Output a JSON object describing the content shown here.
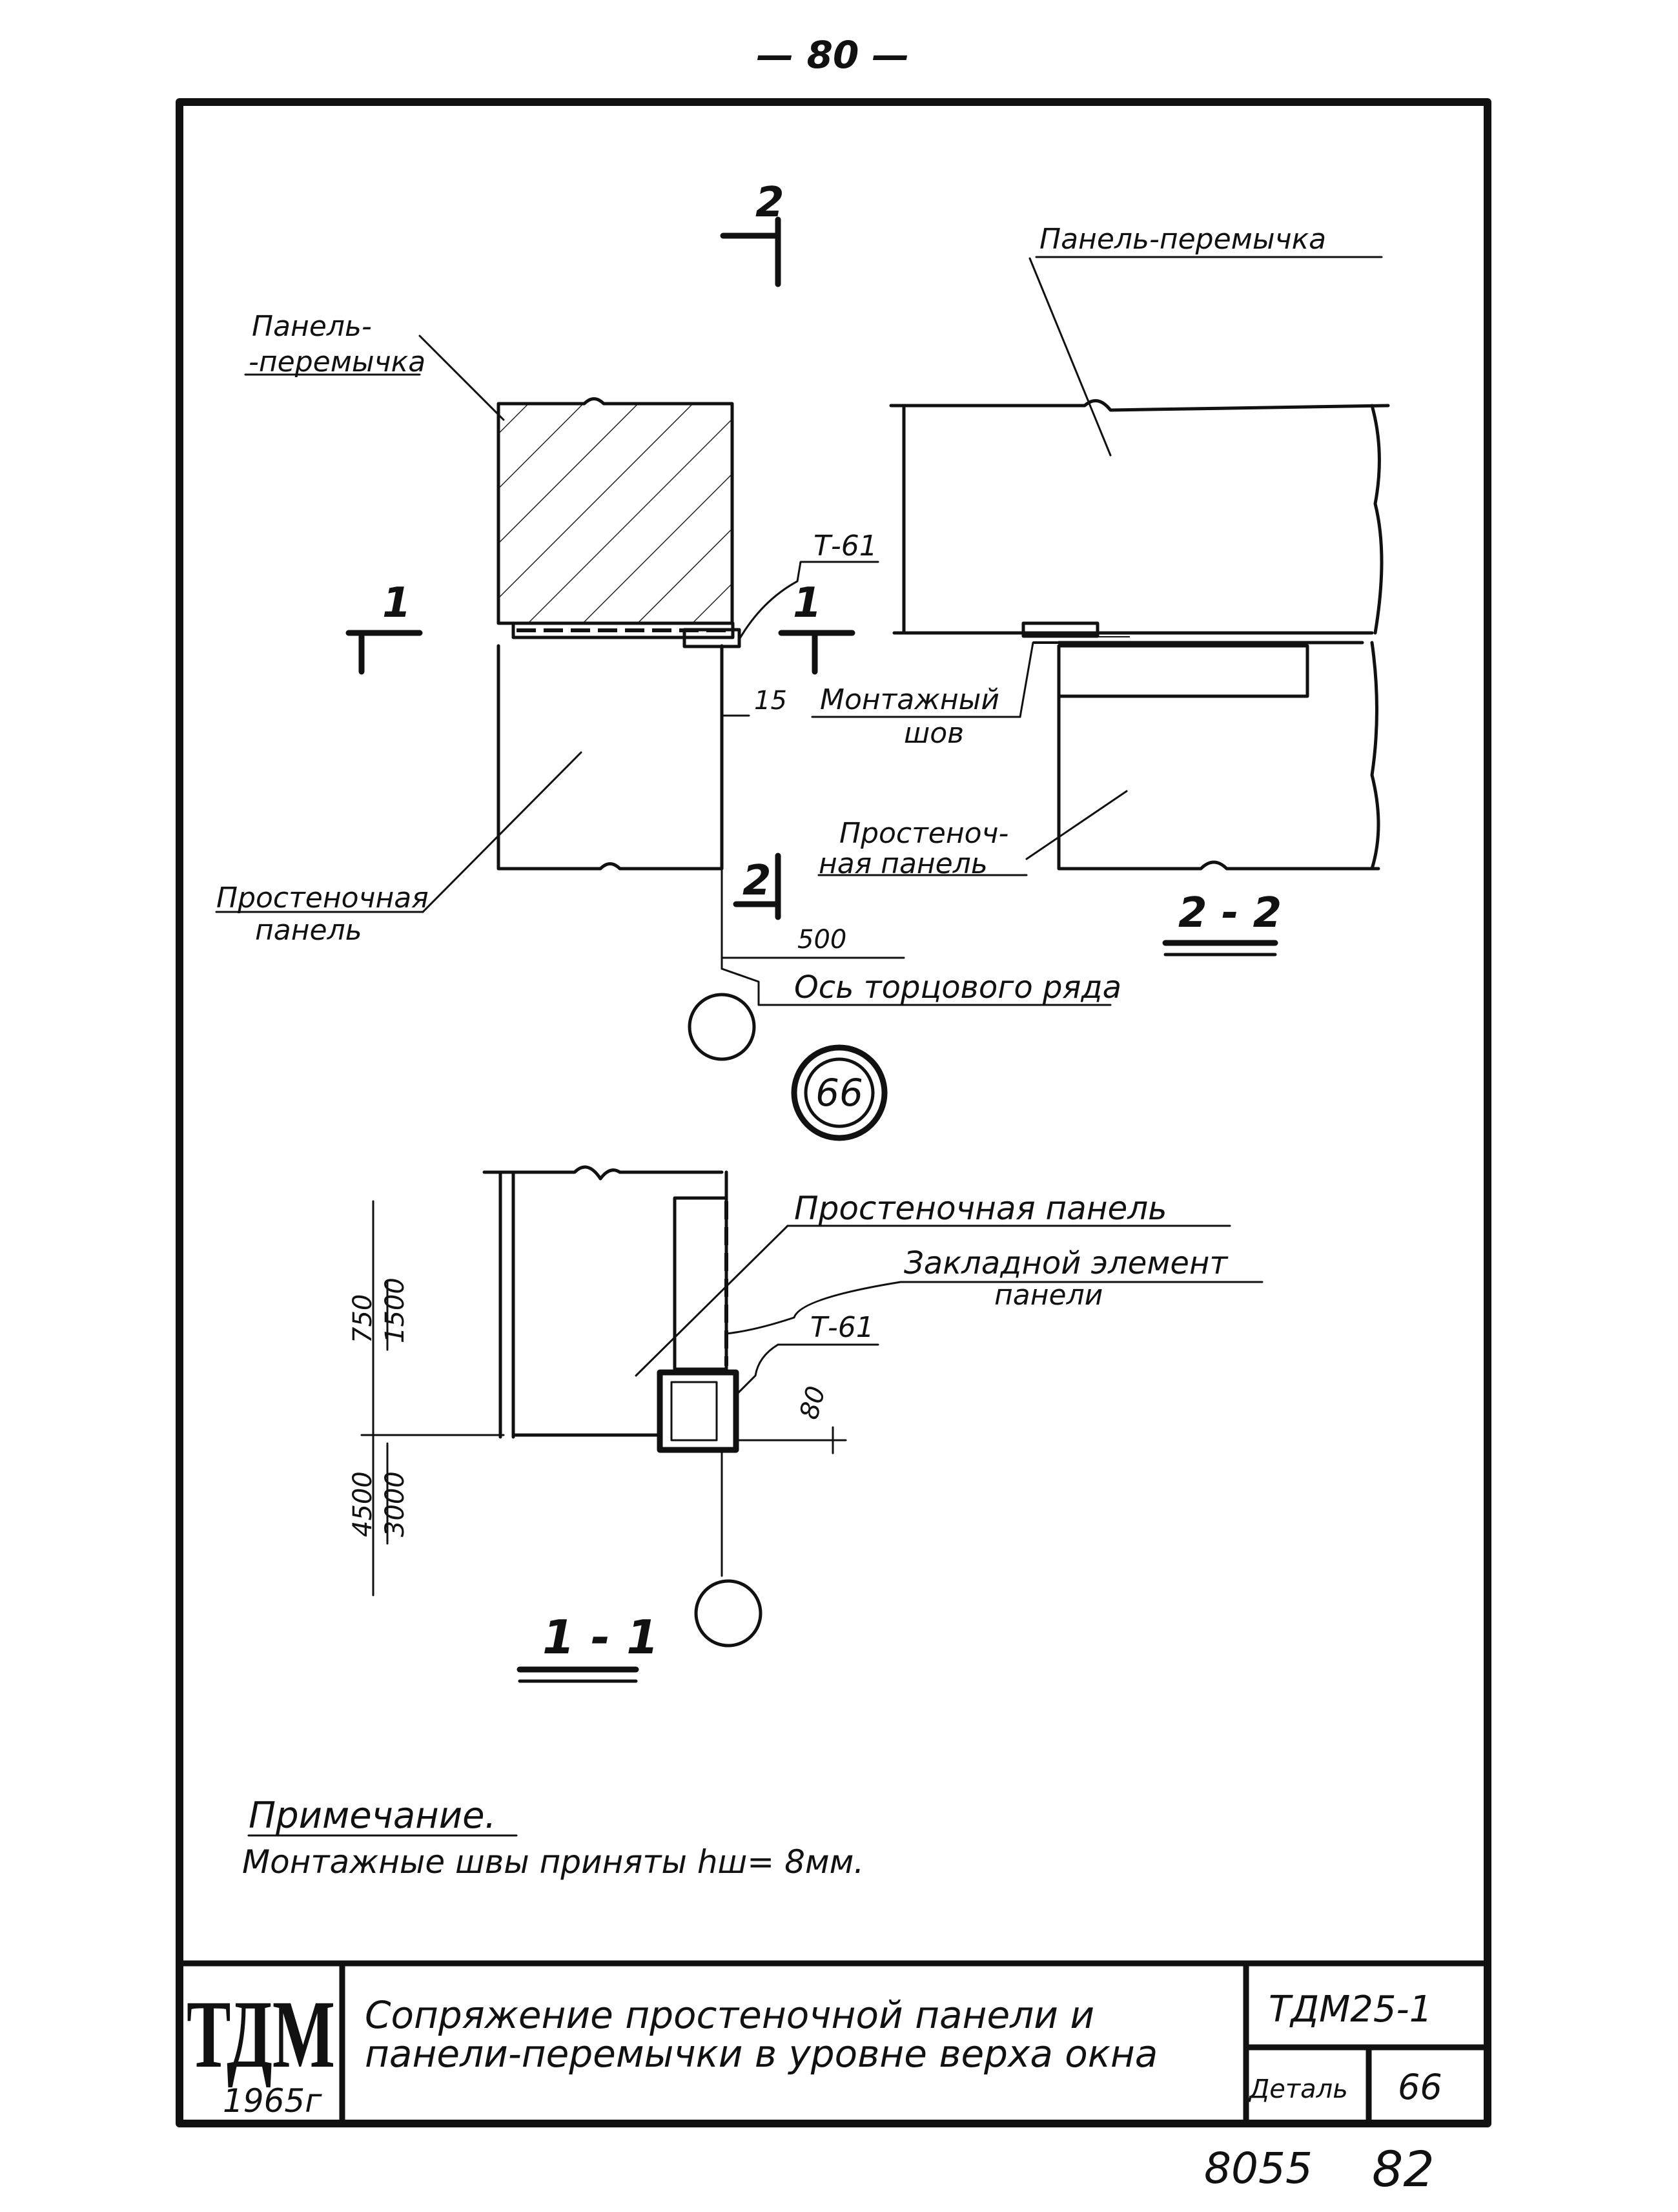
{
  "page_number": "— 80 —",
  "drawing": {
    "top_view": {
      "label_lintel_panel": [
        "Панель-",
        "-перемычка"
      ],
      "label_pier_panel": [
        "Простеночная",
        "панель"
      ],
      "weld_mark": "Т-61",
      "dim_15": "15",
      "dim_500": "500",
      "axis_label": "Ось торцового ряда",
      "section_1": "1",
      "section_2": "2"
    },
    "section_2_2": {
      "label_lintel_panel": "Панель-перемычка",
      "label_site_weld": [
        "Монтажный",
        "шов"
      ],
      "label_pier_panel": [
        "Простеноч-",
        "ная панель"
      ],
      "title": "2 - 2"
    },
    "detail_mark": "66",
    "section_1_1": {
      "label_pier_panel": "Простеночная панель",
      "label_embed": [
        "Закладной элемент",
        "панели"
      ],
      "weld_mark": "Т-61",
      "dim_80": "80",
      "dim_750": "750",
      "dim_1500": "1500",
      "dim_4500": "4500",
      "dim_3000": "3000",
      "title": "1 - 1"
    },
    "note_title": "Примечание.",
    "note_text": "Монтажные швы приняты hш= 8мм."
  },
  "title_block": {
    "logo": "ТДМ",
    "year": "1965г",
    "title_line1": "Сопряжение простеночной панели и",
    "title_line2": "панели-перемычки в уровне верха окна",
    "code": "ТДМ25-1",
    "detail_label": "Деталь",
    "detail_number": "66"
  },
  "footer": {
    "archive_number": "8055",
    "sheet_number": "82"
  }
}
